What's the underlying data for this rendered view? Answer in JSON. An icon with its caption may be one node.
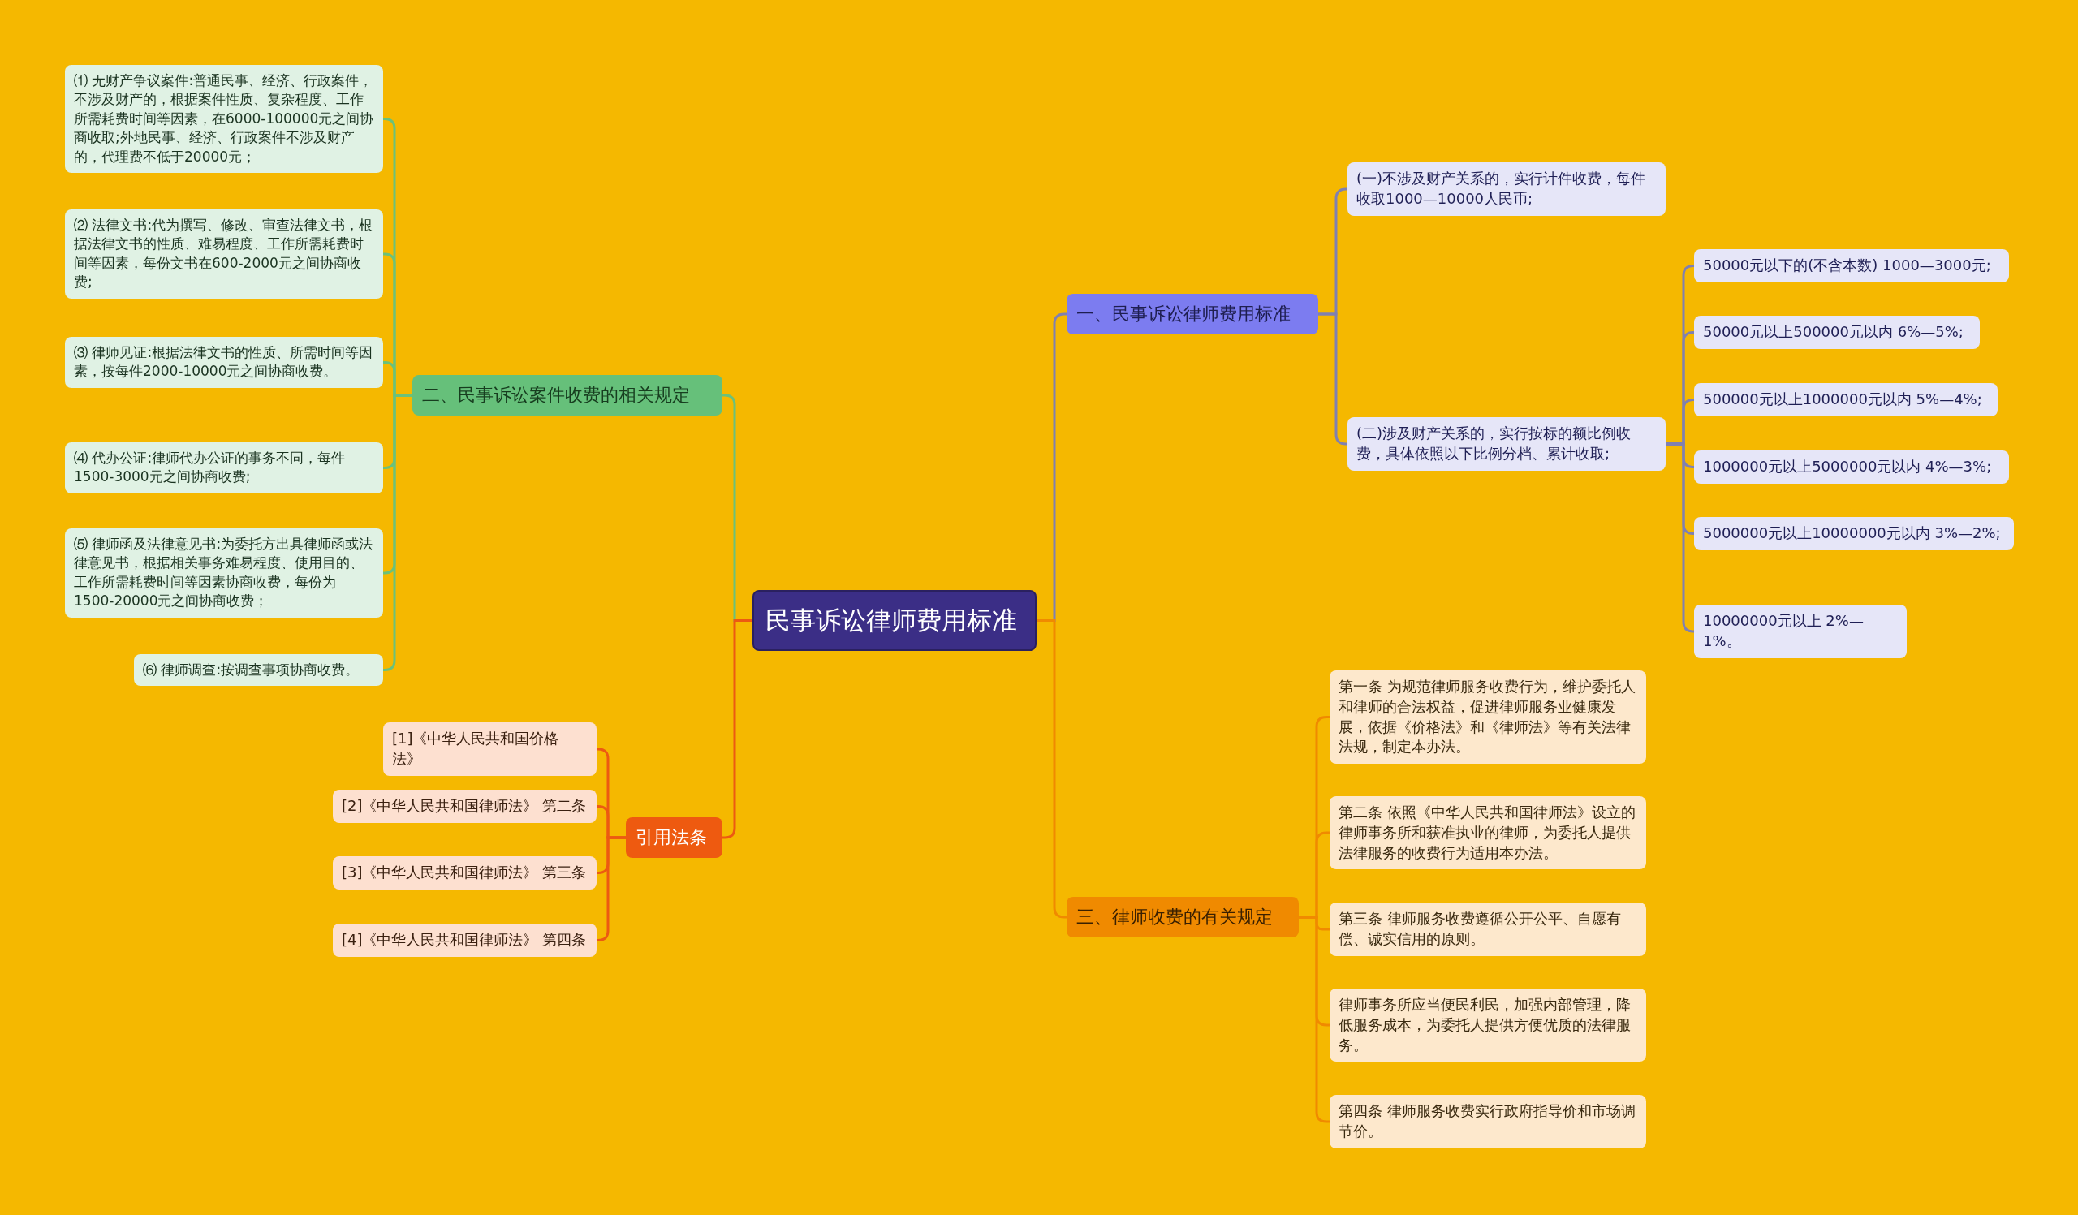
{
  "diagram": {
    "nodes": [
      {
        "text": [
          "民事诉讼律师费用标准"
        ]
      },
      {
        "text": [
          "一、民事诉讼律师费用标准"
        ]
      },
      {
        "text": [
          "(一)不涉及财产关系的，实行计件收费，每件收取1000—10000人民币;"
        ]
      },
      {
        "text": [
          "(二)涉及财产关系的，实行按标的额比例收费，具体依照以下比例分档、累计收取;"
        ]
      },
      {
        "text": [
          "50000元以下的(不含本数) 1000—3000元;"
        ]
      },
      {
        "text": [
          "50000元以上500000元以内 6%—5%;"
        ]
      },
      {
        "text": [
          "500000元以上1000000元以内 5%—4%;"
        ]
      },
      {
        "text": [
          "1000000元以上5000000元以内 4%—3%;"
        ]
      },
      {
        "text": [
          "5000000元以上10000000元以内 3%—2%;"
        ]
      },
      {
        "text": [
          "10000000元以上 2%—1%。"
        ]
      },
      {
        "text": [
          "三、律师收费的有关规定"
        ]
      },
      {
        "text": [
          "第一条 为规范律师服务收费行为，维护委托人和律师的合法权益，促进律师服务业健康发展，依据《价格法》和《律师法》等有关法律法规，制定本办法。"
        ]
      },
      {
        "text": [
          "第二条 依照《中华人民共和国律师法》设立的律师事务所和获准执业的律师，为委托人提供法律服务的收费行为适用本办法。"
        ]
      },
      {
        "text": [
          "第三条 律师服务收费遵循公开公平、自愿有偿、诚实信用的原则。"
        ]
      },
      {
        "text": [
          "律师事务所应当便民利民，加强内部管理，降低服务成本，为委托人提供方便优质的法律服务。"
        ]
      },
      {
        "text": [
          "第四条 律师服务收费实行政府指导价和市场调节价。"
        ]
      },
      {
        "text": [
          "二、民事诉讼案件收费的相关规定"
        ]
      },
      {
        "text": [
          "⑴ 无财产争议案件:普通民事、经济、行政案件，不涉及财产的，根据案件性质、复杂程度、工作所需耗费时间等因素，在6000-100000元之间协商收取;外地民事、经济、行政案件不涉及财产的，代理费不低于20000元；"
        ]
      },
      {
        "text": [
          "⑵ 法律文书:代为撰写、修改、审查法律文书，根据法律文书的性质、难易程度、工作所需耗费时间等因素，每份文书在600-2000元之间协商收费;"
        ]
      },
      {
        "text": [
          "⑶ 律师见证:根据法律文书的性质、所需时间等因素，按每件2000-10000元之间协商收费。"
        ]
      },
      {
        "text": [
          "⑷ 代办公证:律师代办公证的事务不同，每件1500-3000元之间协商收费;"
        ]
      },
      {
        "text": [
          "⑸ 律师函及法律意见书:为委托方出具律师函或法律意见书，根据相关事务难易程度、使用目的、工作所需耗费时间等因素协商收费，每份为1500-20000元之间协商收费；"
        ]
      },
      {
        "text": [
          "⑹ 律师调查:按调查事项协商收费。"
        ]
      },
      {
        "text": [
          "引用法条"
        ]
      },
      {
        "text": [
          "[1]《中华人民共和国价格法》"
        ]
      },
      {
        "text": [
          "[2]《中华人民共和国律师法》 第二条"
        ]
      },
      {
        "text": [
          "[3]《中华人民共和国律师法》 第三条"
        ]
      },
      {
        "text": [
          "[4]《中华人民共和国律师法》 第四条"
        ]
      }
    ],
    "edges": [
      {
        "from": 0,
        "to": 1,
        "arrow": "none"
      },
      {
        "from": 1,
        "to": 2,
        "arrow": "none"
      },
      {
        "from": 1,
        "to": 3,
        "arrow": "none"
      },
      {
        "from": 3,
        "to": 4,
        "arrow": "none"
      },
      {
        "from": 3,
        "to": 5,
        "arrow": "none"
      },
      {
        "from": 3,
        "to": 6,
        "arrow": "none"
      },
      {
        "from": 3,
        "to": 7,
        "arrow": "none"
      },
      {
        "from": 3,
        "to": 8,
        "arrow": "none"
      },
      {
        "from": 3,
        "to": 9,
        "arrow": "none"
      },
      {
        "from": 0,
        "to": 10,
        "arrow": "none",
        "color": "#f08a00"
      },
      {
        "from": 10,
        "to": 11,
        "arrow": "none",
        "color": "#f08a00"
      },
      {
        "from": 10,
        "to": 12,
        "arrow": "none",
        "color": "#f08a00"
      },
      {
        "from": 10,
        "to": 13,
        "arrow": "none",
        "color": "#f08a00"
      },
      {
        "from": 10,
        "to": 14,
        "arrow": "none",
        "color": "#f08a00"
      },
      {
        "from": 10,
        "to": 15,
        "arrow": "none",
        "color": "#f08a00"
      },
      {
        "from": 0,
        "to": 16,
        "arrow": "none",
        "color": "#6cc17a"
      },
      {
        "from": 16,
        "to": 17,
        "arrow": "none",
        "color": "#6cc17a"
      },
      {
        "from": 16,
        "to": 18,
        "arrow": "none",
        "color": "#6cc17a"
      },
      {
        "from": 16,
        "to": 19,
        "arrow": "none",
        "color": "#6cc17a"
      },
      {
        "from": 16,
        "to": 20,
        "arrow": "none",
        "color": "#6cc17a"
      },
      {
        "from": 16,
        "to": 21,
        "arrow": "none",
        "color": "#6cc17a"
      },
      {
        "from": 16,
        "to": 22,
        "arrow": "none",
        "color": "#6cc17a"
      },
      {
        "from": 0,
        "to": 23,
        "arrow": "none",
        "color": "#ec5a12"
      },
      {
        "from": 23,
        "to": 24,
        "arrow": "none",
        "color": "#ec5a12"
      },
      {
        "from": 23,
        "to": 25,
        "arrow": "none",
        "color": "#ec5a12"
      },
      {
        "from": 23,
        "to": 26,
        "arrow": "none",
        "color": "#ec5a12"
      },
      {
        "from": 23,
        "to": 27,
        "arrow": "none",
        "color": "#ec5a12"
      }
    ]
  }
}
